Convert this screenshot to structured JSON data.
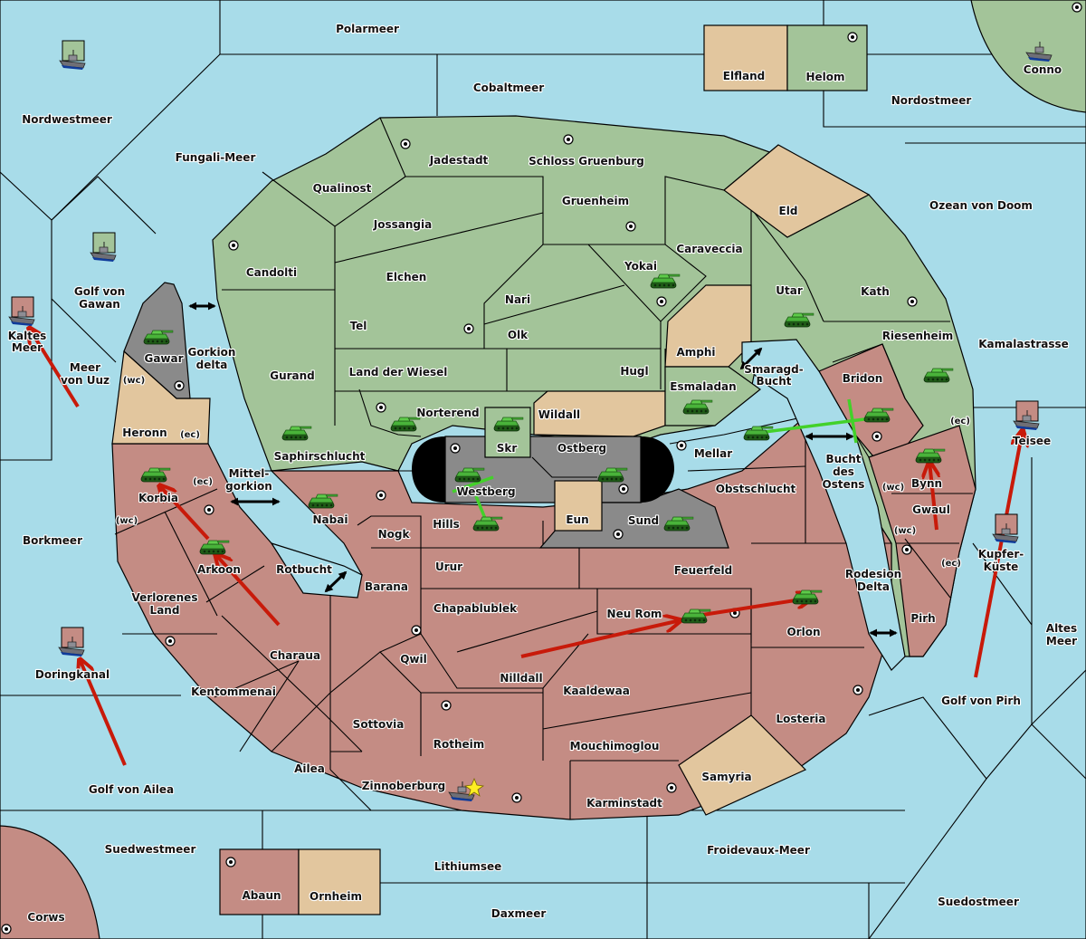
{
  "map": {
    "colors": {
      "sea": "#a8dce9",
      "green_power": "#a3c499",
      "red_power": "#c48c84",
      "neutral": "#e2c69e",
      "impassable": "#8a8a8a",
      "move_order": "#c81a0a",
      "support_order": "#43d12a",
      "tank": "#3aa22a",
      "star": "#ffee22"
    },
    "seas": [
      {
        "name": "Polarmeer"
      },
      {
        "name": "Cobaltmeer"
      },
      {
        "name": "Nordwestmeer"
      },
      {
        "name": "Fungali-Meer"
      },
      {
        "name": "Nordostmeer"
      },
      {
        "name": "Ozean von Doom"
      },
      {
        "name": "Kamalastrasse"
      },
      {
        "name": "Golf von Gawan"
      },
      {
        "name": "Kaltes Meer"
      },
      {
        "name": "Meer von Uuz"
      },
      {
        "name": "Gorkion delta"
      },
      {
        "name": "Mittel-gorkion"
      },
      {
        "name": "Rotbucht"
      },
      {
        "name": "Borkmeer"
      },
      {
        "name": "Doringkanal"
      },
      {
        "name": "Golf von Ailea"
      },
      {
        "name": "Suedwestmeer"
      },
      {
        "name": "Lithiumsee"
      },
      {
        "name": "Daxmeer"
      },
      {
        "name": "Froidevaux-Meer"
      },
      {
        "name": "Suedostmeer"
      },
      {
        "name": "Golf von Pirh"
      },
      {
        "name": "Altes Meer"
      },
      {
        "name": "Kupfer-Küste"
      },
      {
        "name": "Teisee"
      },
      {
        "name": "Rodesion Delta"
      },
      {
        "name": "Bucht des Ostens"
      },
      {
        "name": "Smaragd-Bucht"
      }
    ],
    "territories": [
      {
        "name": "Elfland",
        "owner": "neutral"
      },
      {
        "name": "Helom",
        "owner": "green"
      },
      {
        "name": "Conno",
        "owner": "green"
      },
      {
        "name": "Qualinost",
        "owner": "green"
      },
      {
        "name": "Jadestadt",
        "owner": "green"
      },
      {
        "name": "Schloss Gruenburg",
        "owner": "green"
      },
      {
        "name": "Gruenheim",
        "owner": "green"
      },
      {
        "name": "Jossangia",
        "owner": "green"
      },
      {
        "name": "Eld",
        "owner": "neutral"
      },
      {
        "name": "Candolti",
        "owner": "green"
      },
      {
        "name": "Elchen",
        "owner": "green"
      },
      {
        "name": "Caraveccia",
        "owner": "green"
      },
      {
        "name": "Yokai",
        "owner": "green"
      },
      {
        "name": "Nari",
        "owner": "green"
      },
      {
        "name": "Utar",
        "owner": "green"
      },
      {
        "name": "Kath",
        "owner": "green"
      },
      {
        "name": "Tel",
        "owner": "green"
      },
      {
        "name": "Olk",
        "owner": "green"
      },
      {
        "name": "Amphi",
        "owner": "neutral"
      },
      {
        "name": "Riesenheim",
        "owner": "green"
      },
      {
        "name": "Gurand",
        "owner": "green"
      },
      {
        "name": "Land der Wiesel",
        "owner": "green"
      },
      {
        "name": "Hugl",
        "owner": "green"
      },
      {
        "name": "Gawar",
        "owner": "impassable"
      },
      {
        "name": "Esmaladan",
        "owner": "green"
      },
      {
        "name": "Bridon",
        "owner": "red"
      },
      {
        "name": "Norterend",
        "owner": "green"
      },
      {
        "name": "Wildall",
        "owner": "neutral"
      },
      {
        "name": "Skr",
        "owner": "green"
      },
      {
        "name": "Heronn",
        "owner": "neutral"
      },
      {
        "name": "Saphirschlucht",
        "owner": "green"
      },
      {
        "name": "Ostberg",
        "owner": "impassable"
      },
      {
        "name": "Mellar",
        "owner": "red"
      },
      {
        "name": "Westberg",
        "owner": "impassable"
      },
      {
        "name": "Korbia",
        "owner": "red"
      },
      {
        "name": "Obstschlucht",
        "owner": "red"
      },
      {
        "name": "Bynn",
        "owner": "red"
      },
      {
        "name": "Nabai",
        "owner": "red"
      },
      {
        "name": "Hills",
        "owner": "red"
      },
      {
        "name": "Eun",
        "owner": "neutral"
      },
      {
        "name": "Sund",
        "owner": "impassable"
      },
      {
        "name": "Gwaul",
        "owner": "red"
      },
      {
        "name": "Nogk",
        "owner": "red"
      },
      {
        "name": "Arkoon",
        "owner": "red"
      },
      {
        "name": "Urur",
        "owner": "red"
      },
      {
        "name": "Feuerfeld",
        "owner": "red"
      },
      {
        "name": "Barana",
        "owner": "red"
      },
      {
        "name": "Verlorenes Land",
        "owner": "red"
      },
      {
        "name": "Chapablublek",
        "owner": "red"
      },
      {
        "name": "Neu Rom",
        "owner": "red"
      },
      {
        "name": "Orlon",
        "owner": "red"
      },
      {
        "name": "Pirh",
        "owner": "red"
      },
      {
        "name": "Charaua",
        "owner": "red"
      },
      {
        "name": "Qwil",
        "owner": "red"
      },
      {
        "name": "Nilldall",
        "owner": "red"
      },
      {
        "name": "Kentommenai",
        "owner": "red"
      },
      {
        "name": "Kaaldewaa",
        "owner": "red"
      },
      {
        "name": "Losteria",
        "owner": "red"
      },
      {
        "name": "Sottovia",
        "owner": "red"
      },
      {
        "name": "Rotheim",
        "owner": "red"
      },
      {
        "name": "Mouchimoglou",
        "owner": "red"
      },
      {
        "name": "Ailea",
        "owner": "red"
      },
      {
        "name": "Samyria",
        "owner": "neutral"
      },
      {
        "name": "Zinnoberburg",
        "owner": "red"
      },
      {
        "name": "Karminstadt",
        "owner": "red"
      },
      {
        "name": "Abaun",
        "owner": "red"
      },
      {
        "name": "Ornheim",
        "owner": "neutral"
      },
      {
        "name": "Corws",
        "owner": "red"
      }
    ],
    "coast_labels": [
      "(wc)",
      "(ec)"
    ],
    "icons": {
      "army": "tank-icon",
      "fleet": "battleship-icon",
      "supply_center": "supply-center-icon",
      "capital": "star-icon",
      "crossing": "double-arrow-icon"
    }
  }
}
